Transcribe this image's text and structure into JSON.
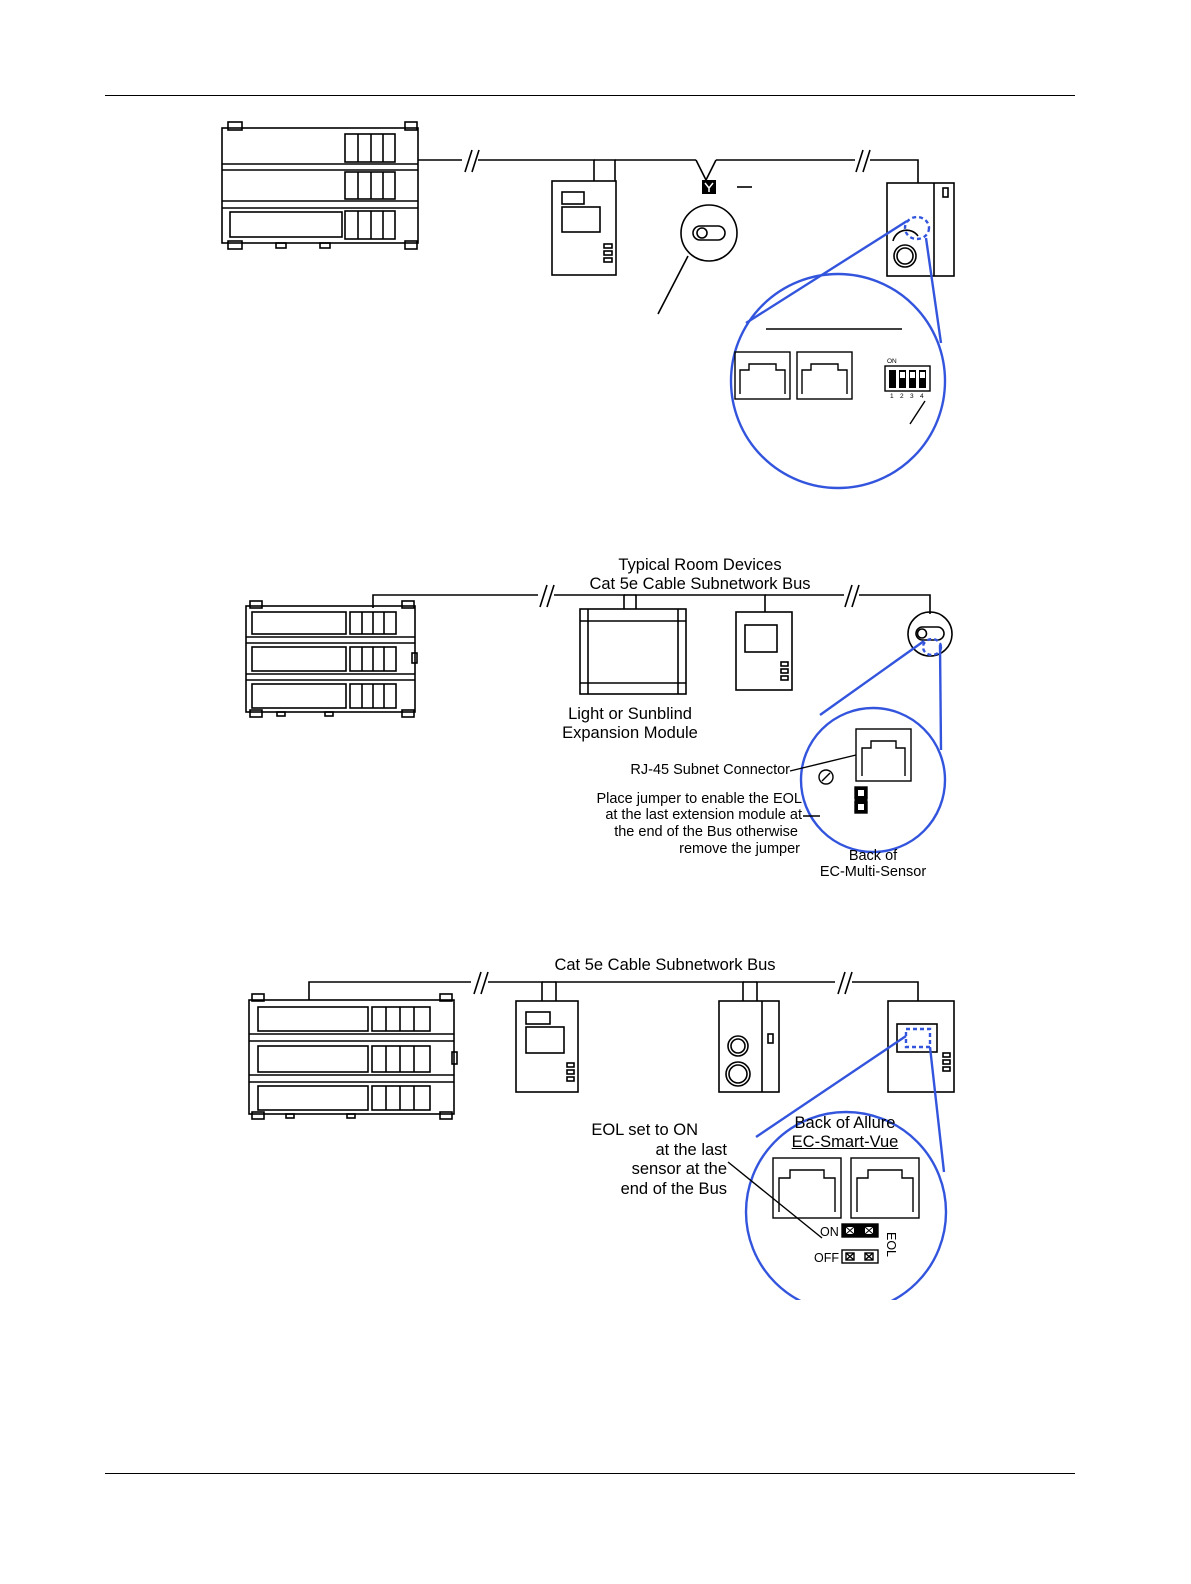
{
  "figure2": {
    "title_line1": "Typical Room Devices",
    "title_line2": "Cat 5e Cable Subnetwork Bus",
    "module_label_line1": "Light or Sunblind",
    "module_label_line2": "Expansion Module",
    "connector_label": "RJ-45 Subnet Connector",
    "jumper_note_line1": "Place jumper to enable the EOL",
    "jumper_note_line2": "at the last extension module at",
    "jumper_note_line3": "the end of the Bus otherwise",
    "jumper_note_line4": "remove the jumper",
    "back_label_line1": "Back of",
    "back_label_line2": "EC-Multi-Sensor"
  },
  "figure3": {
    "title": "Cat 5e Cable Subnetwork Bus",
    "eol_note_line1": "EOL set to ON",
    "eol_note_line2": "at the last",
    "eol_note_line3": "sensor at the",
    "eol_note_line4": "end of the Bus",
    "back_label_line1": "Back of Allure",
    "back_label_line2": "EC-Smart-Vue",
    "switch_on": "ON",
    "switch_off": "OFF",
    "switch_name": "EOL"
  },
  "figure1": {
    "dip_on": "ON",
    "dip_numbers": [
      "1",
      "2",
      "3",
      "4"
    ]
  },
  "colors": {
    "magnifier": "#3355dd",
    "line": "#000000"
  }
}
